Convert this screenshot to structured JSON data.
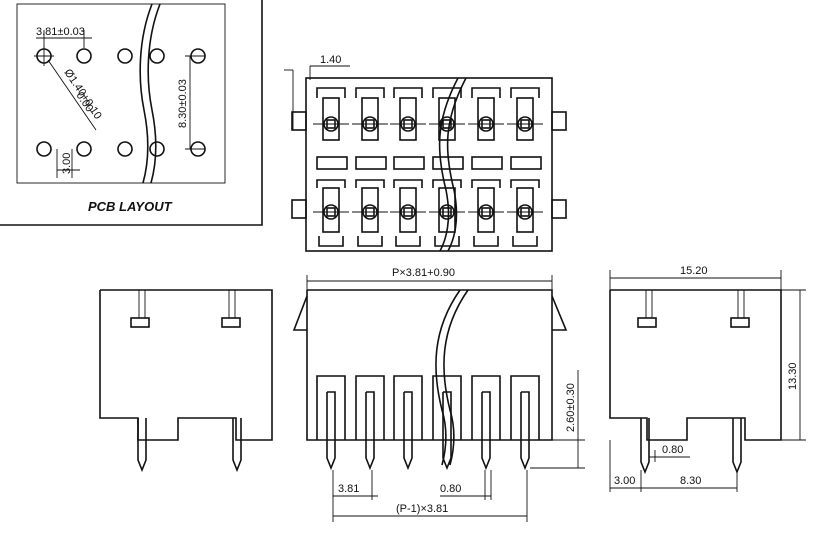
{
  "pcb_layout": {
    "title": "PCB LAYOUT",
    "pitch": "3.81±0.03",
    "hole": "Ø1.40+0.10",
    "hole_lower": "0.00",
    "row_spacing": "8.30±0.03",
    "offset": "3.00"
  },
  "top_view": {
    "tab": "1.40"
  },
  "front_view": {
    "width": "P×3.81+0.90",
    "pin_height": "2.60±0.30",
    "pitch": "3.81",
    "pin_width": "0.80",
    "span": "(P-1)×3.81"
  },
  "side_view": {
    "width": "15.20",
    "height": "13.30",
    "pin_width": "0.80",
    "offset": "3.00",
    "row_spacing": "8.30"
  }
}
